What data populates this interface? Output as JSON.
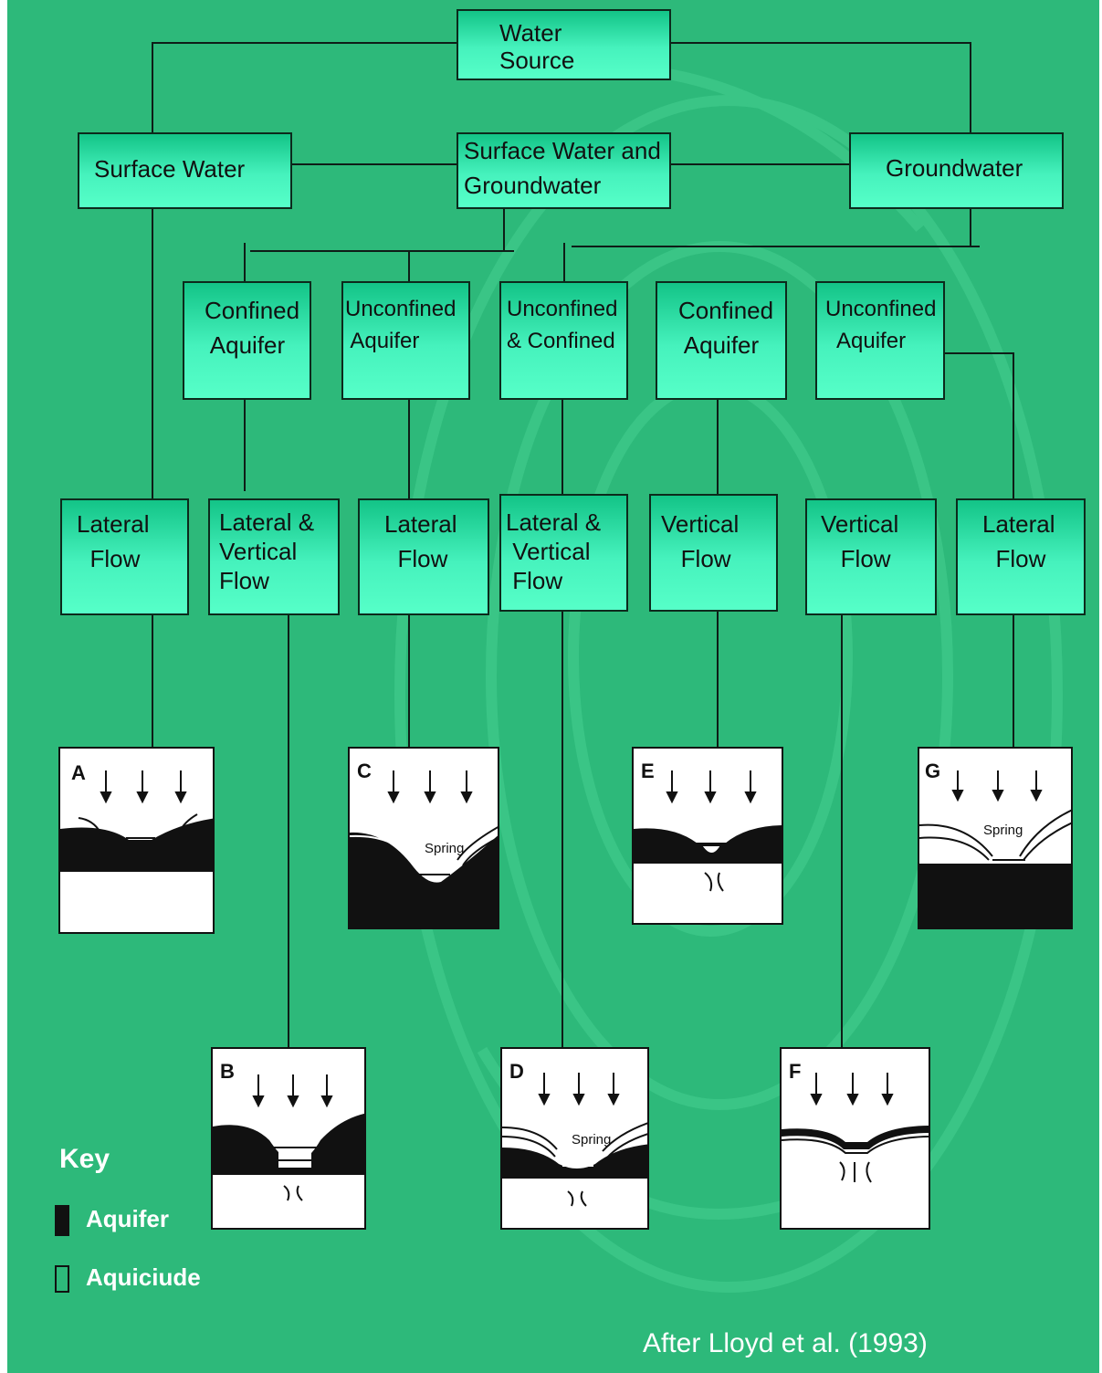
{
  "nodes": {
    "water_source": "Water\nSource",
    "surface_water": "Surface Water",
    "surface_and_ground": "Surface Water and\nGroundwater",
    "groundwater": "Groundwater",
    "confined_1": "Confined\n Aquifer",
    "unconfined_1": "Unconfined\n Aquifer",
    "unconfined_confined": "Unconfined\n& Confined",
    "confined_2": "Confined\n Aquifer",
    "unconfined_2": "Unconfined\n  Aquifer",
    "flow_a": "Lateral\n  Flow",
    "flow_b": "Lateral &\nVertical\nFlow",
    "flow_c": "Lateral\n  Flow",
    "flow_d": "Lateral &\n Vertical\n Flow",
    "flow_e": "Vertical\n   Flow",
    "flow_f": "Vertical\n   Flow",
    "flow_g": "Lateral\n  Flow"
  },
  "panels": {
    "a": {
      "letter": "A"
    },
    "b": {
      "letter": "B"
    },
    "c": {
      "letter": "C",
      "label": "Spring"
    },
    "d": {
      "letter": "D",
      "label": "Spring"
    },
    "e": {
      "letter": "E"
    },
    "f": {
      "letter": "F"
    },
    "g": {
      "letter": "G",
      "label": "Spring"
    }
  },
  "key": {
    "title": "Key",
    "aquifer": "Aquifer",
    "aquiclude": "Aquiciude"
  },
  "credit": "After Lloyd et al. (1993)",
  "colors": {
    "background": "#2db97a",
    "box_top": "#13c487",
    "box_bottom": "#56ffc8",
    "aquifer": "#111111",
    "aquiclude": "#ffffff"
  }
}
